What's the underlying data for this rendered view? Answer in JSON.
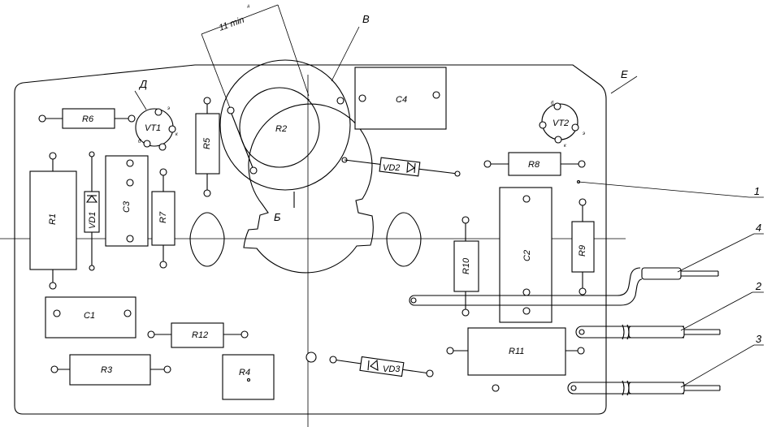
{
  "dimension": "11 min",
  "letters": {
    "v": "В",
    "d": "Д",
    "e": "Е",
    "b": "Б"
  },
  "callouts": [
    "1",
    "4",
    "2",
    "3"
  ],
  "components": {
    "R1": "R1",
    "R2": "R2",
    "R3": "R3",
    "R4": "R4",
    "R5": "R5",
    "R6": "R6",
    "R7": "R7",
    "R8": "R8",
    "R9": "R9",
    "R10": "R10",
    "R11": "R11",
    "R12": "R12",
    "C1": "C1",
    "C2": "C2",
    "C3": "C3",
    "C4": "C4",
    "VD1": "VD1",
    "VD2": "VD2",
    "VD3": "VD3",
    "VT1": "VT1",
    "VT2": "VT2"
  },
  "pins": {
    "b": "б",
    "k": "к",
    "e": "э"
  }
}
